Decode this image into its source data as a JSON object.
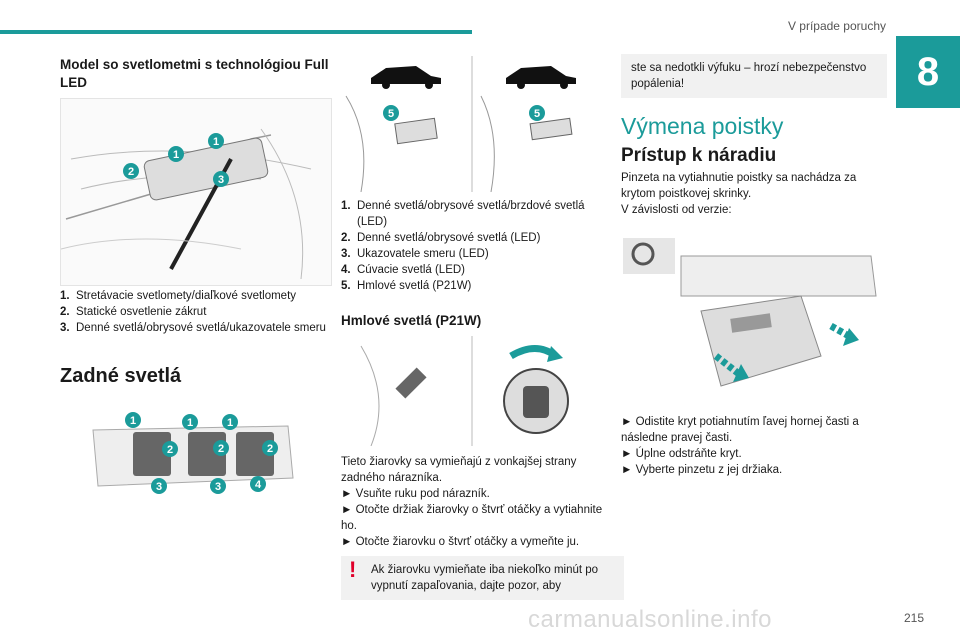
{
  "header": {
    "chapter_title": "V prípade poruchy",
    "chapter_number": "8",
    "page_number": "215"
  },
  "watermark": "carmanualsonline.info",
  "col1": {
    "heading": "Model so svetlometmi s technológiou Full LED",
    "front_callouts": [
      "1",
      "1",
      "2",
      "3"
    ],
    "list": [
      {
        "n": "1.",
        "text": "Stretávacie svetlomety/diaľkové svetlomety"
      },
      {
        "n": "2.",
        "text": "Statické osvetlenie zákrut"
      },
      {
        "n": "3.",
        "text": "Denné svetlá/obrysové svetlá/ukazovatele smeru"
      }
    ],
    "rear_heading": "Zadné svetlá",
    "rear_callouts": [
      "1",
      "2",
      "3",
      "1",
      "1",
      "2",
      "3",
      "2",
      "4"
    ]
  },
  "col2": {
    "fog_callouts": [
      "5",
      "5"
    ],
    "list": [
      {
        "n": "1.",
        "text": "Denné svetlá/obrysové svetlá/brzdové svetlá (LED)"
      },
      {
        "n": "2.",
        "text": "Denné svetlá/obrysové svetlá (LED)"
      },
      {
        "n": "3.",
        "text": "Ukazovatele smeru (LED)"
      },
      {
        "n": "4.",
        "text": "Cúvacie svetlá (LED)"
      },
      {
        "n": "5.",
        "text": "Hmlové svetlá (P21W)"
      }
    ],
    "fog_heading": "Hmlové svetlá (P21W)",
    "intro": "Tieto žiarovky sa vymieňajú z vonkajšej strany zadného nárazníka.",
    "steps": [
      "► Vsuňte ruku pod nárazník.",
      "► Otočte držiak žiarovky o štvrť otáčky a vytiahnite ho.",
      "► Otočte žiarovku o štvrť otáčky a vymeňte ju."
    ],
    "warning": "Ak žiarovku vymieňate iba niekoľko minút po vypnutí zapaľovania, dajte pozor, aby"
  },
  "col3": {
    "warning_cont": "ste sa nedotkli výfuku – hrozí nebezpečenstvo popálenia!",
    "title": "Výmena poistky",
    "subtitle": "Prístup k náradiu",
    "para1": "Pinzeta na vytiahnutie poistky sa nachádza za krytom poistkovej skrinky.",
    "para2": "V závislosti od verzie:",
    "steps": [
      "► Odistite kryt potiahnutím ľavej hornej časti a následne pravej časti.",
      "► Úplne odstráňte kryt.",
      "► Vyberte pinzetu z jej držiaka."
    ]
  },
  "colors": {
    "accent": "#1b9b9a",
    "warning": "#e0002a"
  }
}
